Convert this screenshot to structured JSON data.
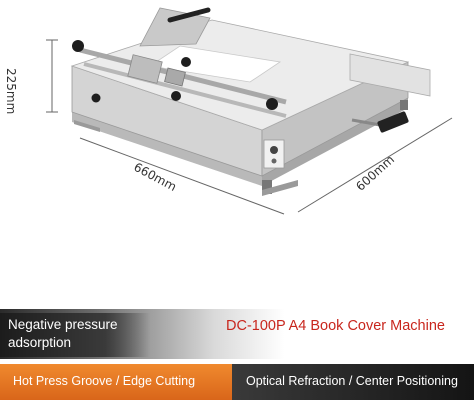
{
  "dimensions": {
    "height": "225mm",
    "width": "660mm",
    "depth": "600mm"
  },
  "banner": {
    "feature_negative": "Negative pressure adsorption",
    "model_title": "DC-100P A4 Book Cover Machine",
    "feature_hot_press": "Hot Press Groove / Edge Cutting",
    "feature_optical": "Optical Refraction / Center Positioning"
  },
  "colors": {
    "accent_red": "#c8261d",
    "accent_orange": "#e8781f",
    "dark_band": "#1e1e1e"
  }
}
